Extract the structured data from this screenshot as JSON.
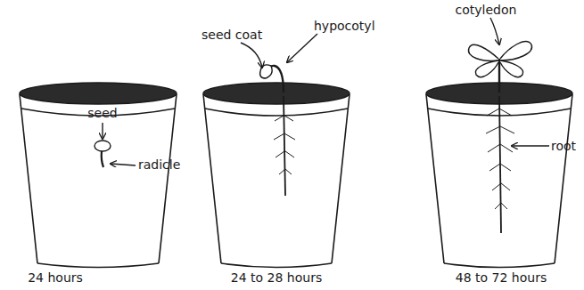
{
  "diagram": {
    "labels": [
      "seed",
      "radicle",
      "24 hours",
      "seed coat",
      "hypocotyl",
      "24 to 28 hours",
      "cotyledon",
      "root",
      "48 to 72 hours"
    ]
  }
}
